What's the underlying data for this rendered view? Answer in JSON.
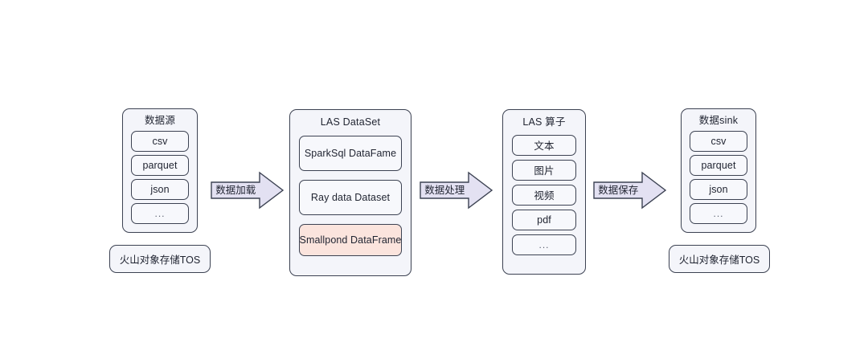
{
  "diagram": {
    "title_hidden": "",
    "colors": {
      "group_fill": "#f4f5fa",
      "chip_fill": "#f7f8fc",
      "highlight_fill": "#fbe4dd",
      "stroke": "#3c4252",
      "arrow_fill": "#e3e1f2",
      "arrow_stroke": "#3c4252",
      "text": "#1f2330",
      "background": "#ffffff"
    },
    "columns": [
      {
        "id": "data-source",
        "title": "数据源",
        "items": [
          {
            "label": "csv",
            "highlight": false
          },
          {
            "label": "parquet",
            "highlight": false
          },
          {
            "label": "json",
            "highlight": false
          },
          {
            "label": "...",
            "highlight": false
          }
        ],
        "footer": "火山对象存储TOS"
      },
      {
        "id": "las-dataset",
        "title": "LAS  DataSet",
        "items": [
          {
            "label": "SparkSql DataFame",
            "highlight": false
          },
          {
            "label": "Ray data Dataset",
            "highlight": false
          },
          {
            "label": "Smallpond DataFrame",
            "highlight": true
          }
        ],
        "footer": null
      },
      {
        "id": "las-operator",
        "title": "LAS  算子",
        "items": [
          {
            "label": "文本",
            "highlight": false
          },
          {
            "label": "图片",
            "highlight": false
          },
          {
            "label": "视频",
            "highlight": false
          },
          {
            "label": "pdf",
            "highlight": false
          },
          {
            "label": "...",
            "highlight": false
          }
        ],
        "footer": null
      },
      {
        "id": "data-sink",
        "title": "数据sink",
        "items": [
          {
            "label": "csv",
            "highlight": false
          },
          {
            "label": "parquet",
            "highlight": false
          },
          {
            "label": "json",
            "highlight": false
          },
          {
            "label": "...",
            "highlight": false
          }
        ],
        "footer": "火山对象存储TOS"
      }
    ],
    "arrows": [
      {
        "id": "load",
        "label": "数据加载"
      },
      {
        "id": "process",
        "label": "数据处理"
      },
      {
        "id": "save",
        "label": "数据保存"
      }
    ]
  }
}
